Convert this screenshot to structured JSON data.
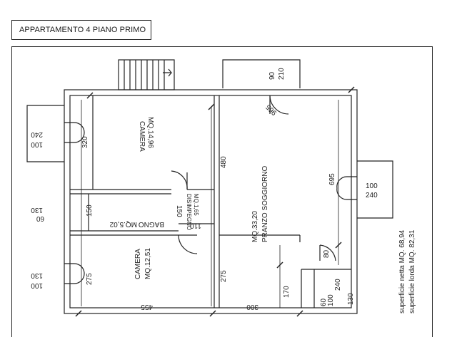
{
  "title": "APPARTAMENTO 4 PIANO PRIMO",
  "rooms": {
    "camera_top": {
      "name": "CAMERA",
      "area": "MQ.14,96"
    },
    "pranzo": {
      "name": "PRANZO SOGGIORNO",
      "area": "MQ.33,20"
    },
    "disimpegno": {
      "name": "DISIMPEGNO",
      "area": "MQ.1,65"
    },
    "bagno": {
      "name": "BAGNO",
      "area": "MQ.5,02"
    },
    "camera_bottom": {
      "name": "CAMERA",
      "area": "MQ.12,51"
    }
  },
  "dimensions": {
    "d240_left": "240",
    "d100_left": "100",
    "d320": "320",
    "d90": "90",
    "d210": "210",
    "d965": "965",
    "d480": "480",
    "d695": "695",
    "d100_right": "100",
    "d240_right": "240",
    "d130_left": "130",
    "d60": "60",
    "d150_left": "150",
    "d150_mid": "150",
    "d110": "110",
    "d130_lower": "130",
    "d100_lower": "100",
    "d275_left": "275",
    "d275_mid": "275",
    "d170": "170",
    "d455": "455",
    "d300": "300",
    "d80": "80",
    "d60b": "60",
    "d100b": "100",
    "d240b": "240",
    "d130b": "130"
  },
  "surfaces": {
    "netta": "superficie netta MQ. 68,94",
    "lorda": "superficie lorda MQ. 82,31"
  }
}
